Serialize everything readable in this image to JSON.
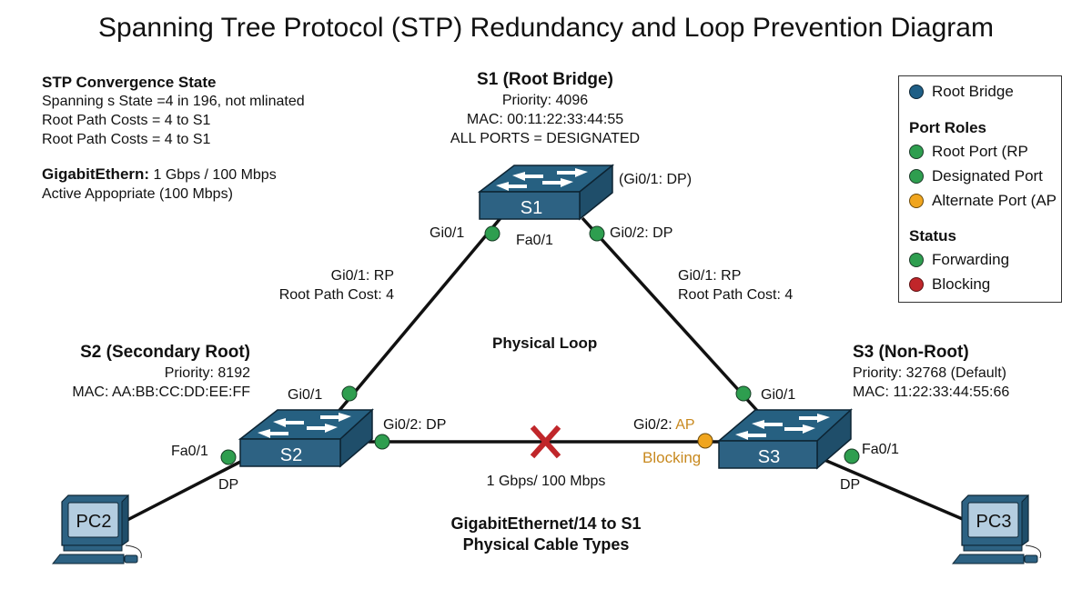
{
  "title": "Spanning Tree Protocol (STP) Redundancy and Loop Prevention Diagram",
  "colors": {
    "switch_front": "#2d6283",
    "switch_top": "#266081",
    "switch_side": "#1f4e6a",
    "forwarding_green": "#2e9e4f",
    "alternate_orange": "#f0a51e",
    "blocking_red": "#c0262a",
    "root_blue": "#1f5f86",
    "blocking_text": "#c8891f"
  },
  "convergence": {
    "heading": "STP Convergence State",
    "lines": [
      "Spanning s State =4 in 196, not mlinated",
      "Root Path Costs = 4 to S1",
      "Root Path Costs = 4 to S1"
    ],
    "gig_label": "GigabitEthern:",
    "gig_value": " 1 Gbps / 100 Mbps",
    "active_line": "Active Appopriate (100 Mbps)"
  },
  "legend": {
    "root_bridge": "Root Bridge",
    "port_roles_heading": "Port Roles",
    "root_port": "Root Port (RP",
    "designated_port": "Designated Port",
    "alternate_port": "Alternate Port (AP",
    "status_heading": "Status",
    "forwarding": "Forwarding",
    "blocking": "Blocking"
  },
  "switches": {
    "s1": {
      "name": "S1",
      "heading": "S1 (Root Bridge)",
      "priority": "Priority: 4096",
      "mac": "MAC: 00:11:22:33:44:55",
      "note": "ALL PORTS = DESIGNATED",
      "side_note": "(Gi0/1: DP)",
      "port_left": "Gi0/1",
      "port_mid": "Fa0/1",
      "port_right": "Gi0/2: DP"
    },
    "s2": {
      "name": "S2",
      "heading": "S2 (Secondary Root)",
      "priority": "Priority: 8192",
      "mac": "MAC: AA:BB:CC:DD:EE:FF",
      "port_up": "Gi0/1",
      "port_right": "Gi0/2: DP",
      "port_pc": "Fa0/1",
      "port_pc_role": "DP",
      "uplink_role": "Gi0/1: RP",
      "uplink_cost": "Root Path Cost: 4"
    },
    "s3": {
      "name": "S3",
      "heading": "S3 (Non-Root)",
      "priority": "Priority: 32768 (Default)",
      "mac": "MAC: 11:22:33:44:55:66",
      "port_up": "Gi0/1",
      "port_left_prefix": "Gi0/2: ",
      "port_left_role": "AP",
      "port_left_status": "Blocking",
      "port_pc": "Fa0/1",
      "port_pc_role": "DP",
      "uplink_role": "Gi0/1: RP",
      "uplink_cost": "Root Path Cost: 4"
    }
  },
  "pcs": {
    "pc2": "PC2",
    "pc3": "PC3"
  },
  "center": {
    "loop_label": "Physical Loop",
    "link_speed": "1 Gbps/ 100 Mbps",
    "bottom_line1": "GigabitEthernet/14 to S1",
    "bottom_line2": "Physical Cable Types"
  }
}
